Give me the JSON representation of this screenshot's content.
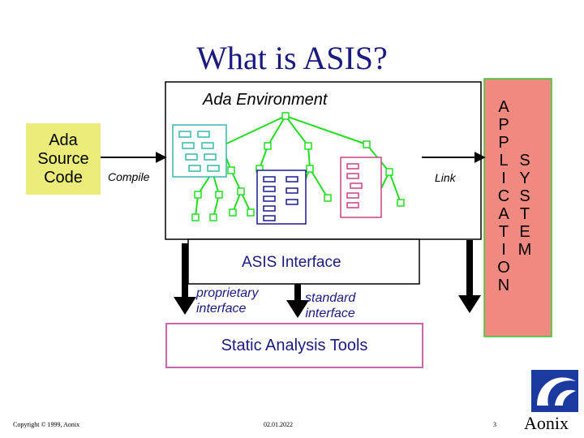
{
  "title": "What is ASIS?",
  "source": {
    "lines": [
      "Ada",
      "Source",
      "Code"
    ]
  },
  "environment_label": "Ada Environment",
  "compile_label": "Compile",
  "link_label": "Link",
  "asis_interface_label": "ASIS Interface",
  "proprietary_label": {
    "lines": [
      "proprietary",
      "interface"
    ]
  },
  "standard_label": {
    "lines": [
      "standard",
      "interface"
    ]
  },
  "static_tools_label": "Static Analysis Tools",
  "application": {
    "word1": [
      "A",
      "P",
      "P",
      "L",
      "I",
      "C",
      "A",
      "T",
      "I",
      "O",
      "N"
    ],
    "word2": [
      "S",
      "Y",
      "S",
      "T",
      "E",
      "M"
    ]
  },
  "footer": {
    "copyright": "Copyright © 1999, Aonix",
    "date": "02.01.2022",
    "page": "3",
    "logo_text": "Aonix"
  },
  "colors": {
    "title": "#1a1a80",
    "source_box": "#ecec7a",
    "application_box": "#f08a80",
    "tools_box": "#cc66aa",
    "tree_green": "#22dd22",
    "teal_unit": "#33bbaa",
    "blue_unit": "#1a1a90",
    "magenta_unit": "#cc4488",
    "logo_blue": "#1a3aa0"
  }
}
